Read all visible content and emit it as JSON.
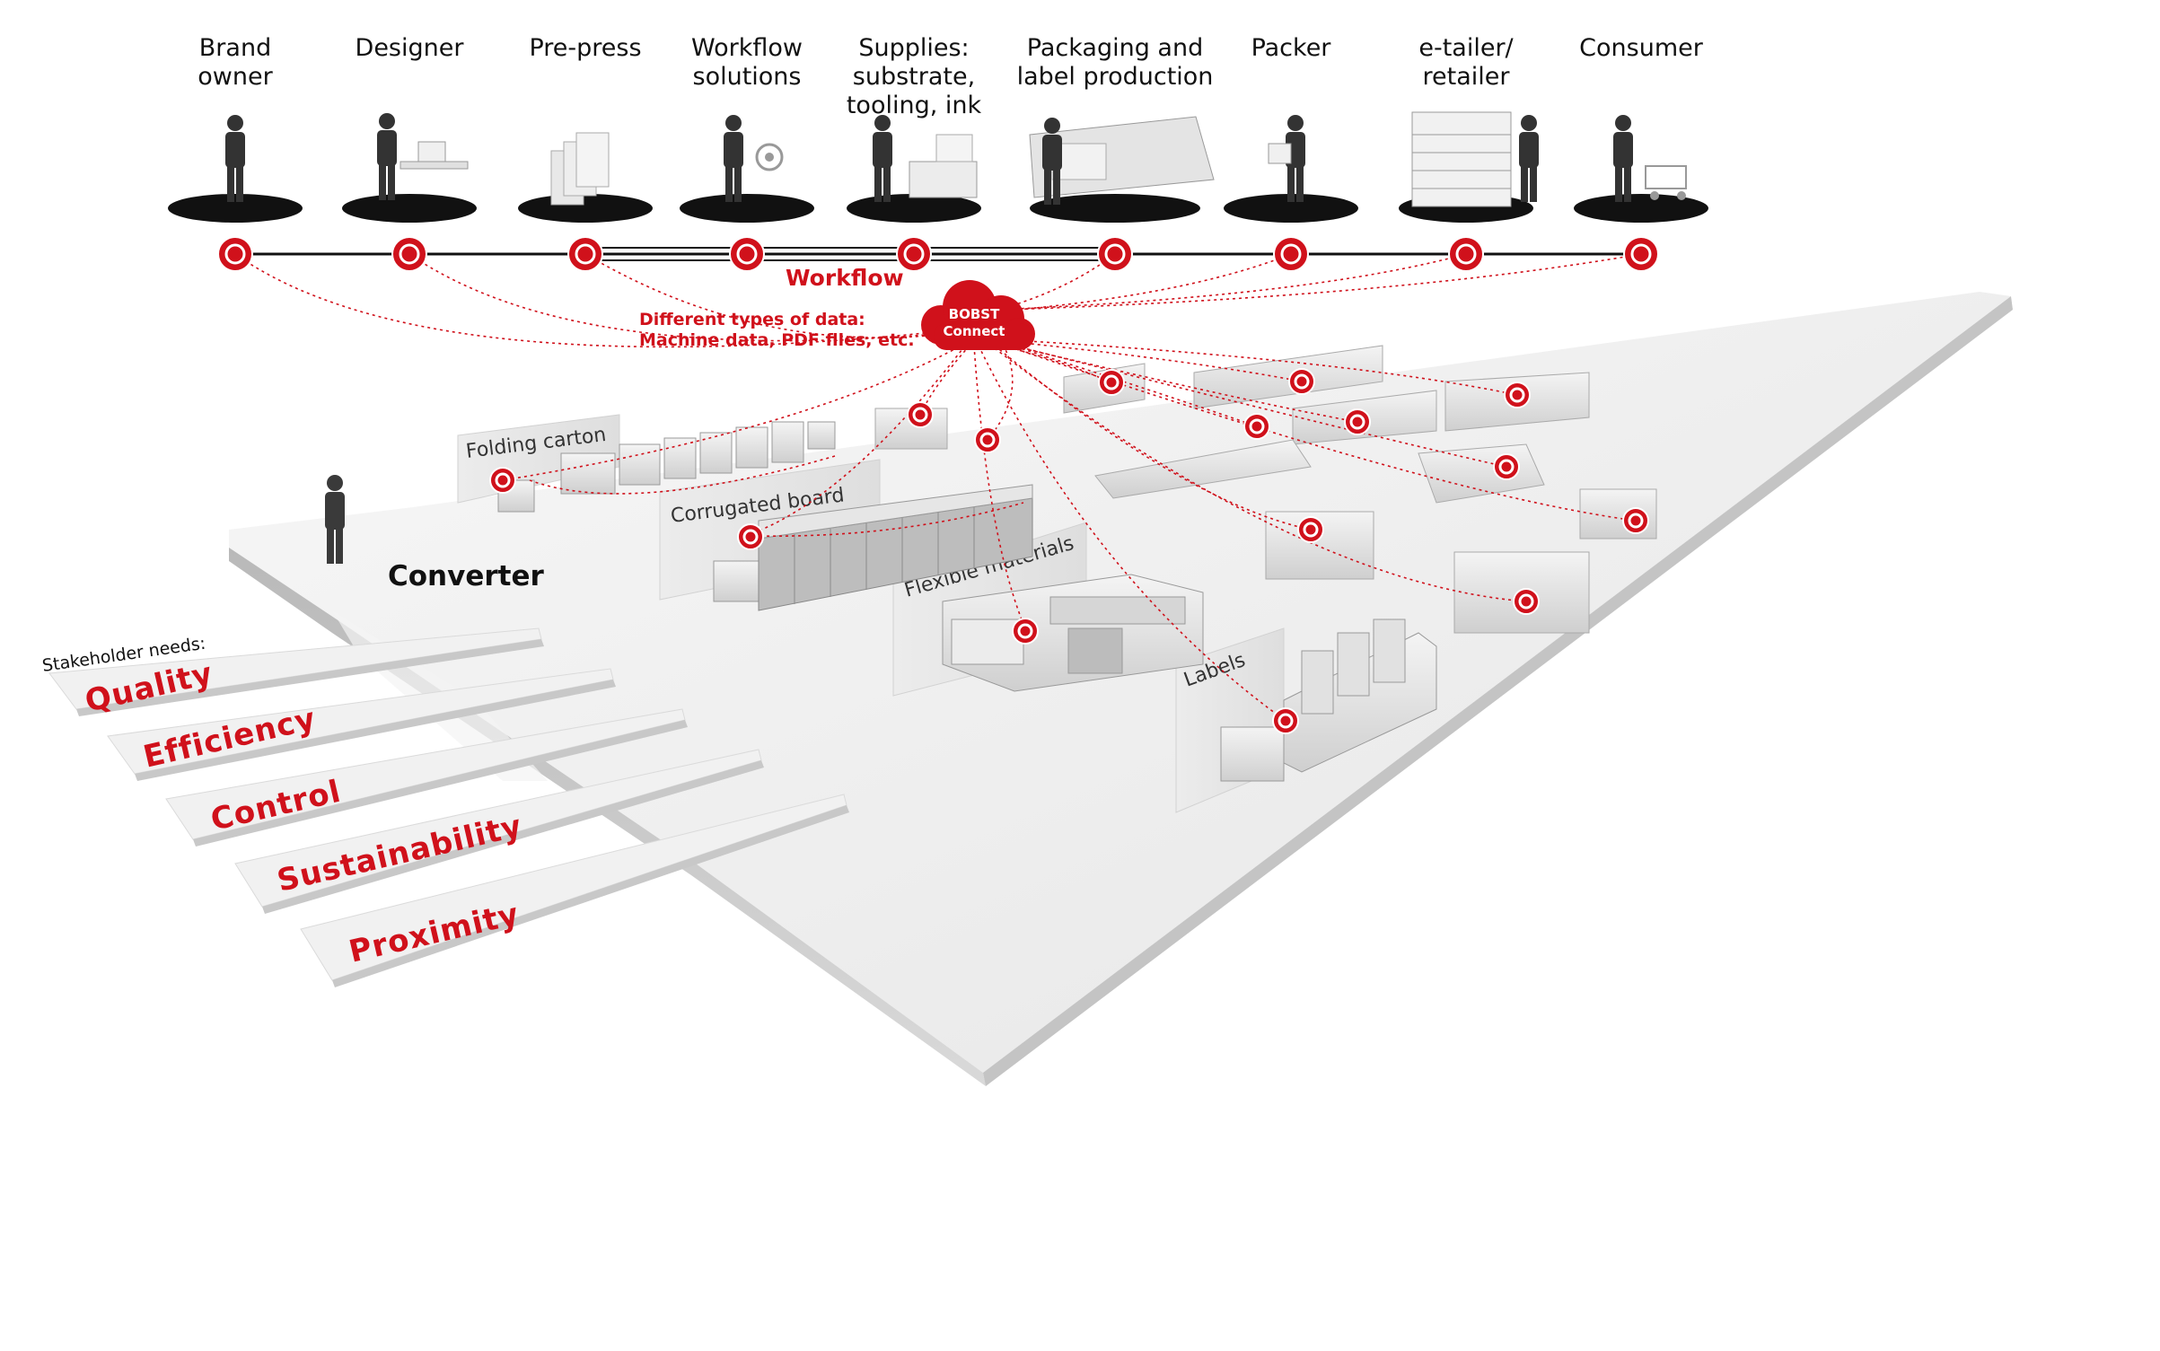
{
  "stakeholders": [
    {
      "lines": [
        "Brand",
        "owner"
      ],
      "icon": "person-icon"
    },
    {
      "lines": [
        "Designer"
      ],
      "icon": "desk-worker-icon"
    },
    {
      "lines": [
        "Pre-press"
      ],
      "icon": "paper-stack-icon"
    },
    {
      "lines": [
        "Workflow",
        "solutions"
      ],
      "icon": "gear-network-icon"
    },
    {
      "lines": [
        "Supplies:",
        "substrate,",
        "tooling, ink"
      ],
      "icon": "pallet-icon"
    },
    {
      "lines": [
        "Packaging and",
        "label production"
      ],
      "icon": "machine-icon"
    },
    {
      "lines": [
        "Packer"
      ],
      "icon": "box-carrier-icon"
    },
    {
      "lines": [
        "e-tailer/",
        "retailer"
      ],
      "icon": "shelf-icon"
    },
    {
      "lines": [
        "Consumer"
      ],
      "icon": "shopping-cart-icon"
    }
  ],
  "workflow": {
    "label": "Workflow",
    "data_types_line1": "Different types of data:",
    "data_types_line2": "Machine data, PDF files, etc.",
    "cloud_line1": "BOBST",
    "cloud_line2": "Connect"
  },
  "converter": {
    "label": "Converter"
  },
  "areas": {
    "folding_carton": "Folding carton",
    "corrugated_board": "Corrugated board",
    "flexible_materials": "Flexible materials",
    "labels": "Labels"
  },
  "needs": {
    "heading": "Stakeholder needs:",
    "items": [
      "Quality",
      "Efficiency",
      "Control",
      "Sustainability",
      "Proximity"
    ]
  },
  "colors": {
    "accent": "#d0111b",
    "dark": "#111111",
    "floor": "#efefef"
  }
}
